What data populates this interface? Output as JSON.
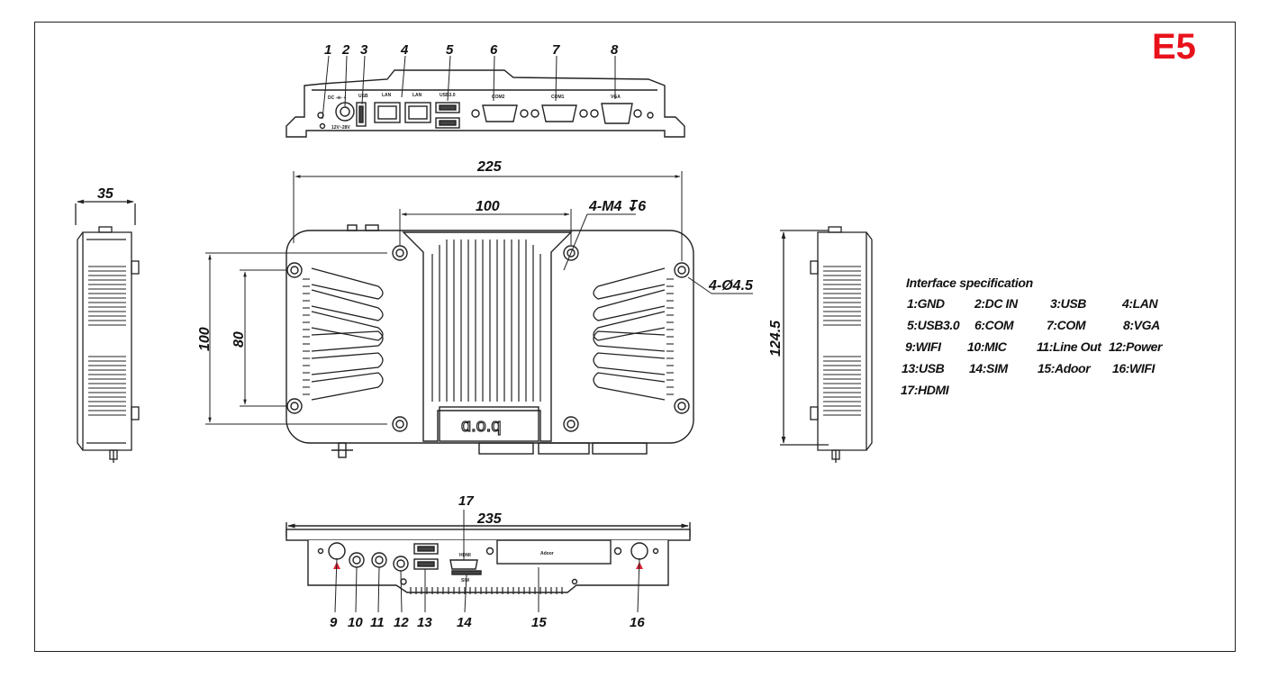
{
  "model_label": "E5",
  "spec": {
    "title": "Interface specification",
    "items": [
      "1:GND",
      "2:DC IN",
      "3:USB",
      "4:LAN",
      "5:USB3.0",
      "6:COM",
      "7:COM",
      "8:VGA",
      "9:WIFI",
      "10:MIC",
      "11:Line Out",
      "12:Power",
      "13:USB",
      "14:SIM",
      "15:Adoor",
      "16:WIFI",
      "17:HDMI"
    ]
  },
  "dimensions": {
    "width_top": "225",
    "heatsink_width": "100",
    "mount_screws": "4-M4 ↧6",
    "mount_holes": "4-Ø4.5",
    "height_outer": "100",
    "height_inner": "80",
    "depth": "35",
    "side_height": "124.5",
    "width_bottom": "235"
  },
  "top_numbers": [
    "1",
    "2",
    "3",
    "4",
    "5",
    "6",
    "7",
    "8"
  ],
  "bottom_numbers": [
    "9",
    "10",
    "11",
    "12",
    "13",
    "14",
    "15",
    "16"
  ],
  "hdmi_number": "17",
  "port_text": {
    "dc": "DC -⊖- +",
    "voltage": "12V~28V",
    "usb": "USB",
    "lan": "LAN",
    "usb3": "USB3.0",
    "com2": "COM2",
    "com1": "COM1",
    "vga": "VGA",
    "hdmi": "HDMI",
    "sim": "SIM",
    "adoor": "Adoor",
    "logo": "ɑ.o.q"
  }
}
